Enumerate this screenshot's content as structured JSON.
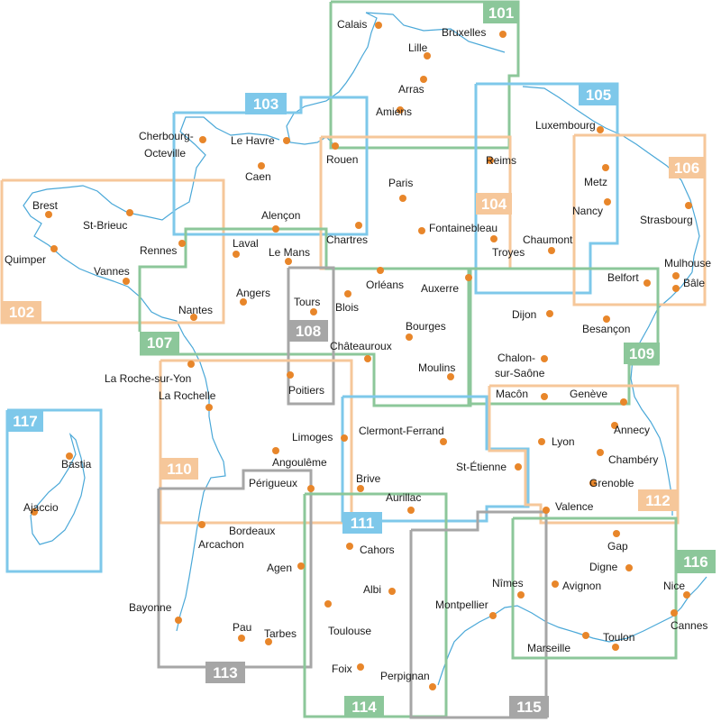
{
  "colors": {
    "green": "#8cc79a",
    "blue": "#7ec8ea",
    "orange": "#f6c79a",
    "grey": "#a6a6a6",
    "dot": "#e8862a",
    "coast": "#4aa8d8"
  },
  "sheets": [
    {
      "id": "101",
      "color": "green"
    },
    {
      "id": "102",
      "color": "orange"
    },
    {
      "id": "103",
      "color": "blue"
    },
    {
      "id": "104",
      "color": "orange"
    },
    {
      "id": "105",
      "color": "blue"
    },
    {
      "id": "106",
      "color": "orange"
    },
    {
      "id": "107",
      "color": "green"
    },
    {
      "id": "108",
      "color": "grey"
    },
    {
      "id": "109",
      "color": "green"
    },
    {
      "id": "110",
      "color": "orange"
    },
    {
      "id": "111",
      "color": "blue"
    },
    {
      "id": "112",
      "color": "orange"
    },
    {
      "id": "113",
      "color": "grey"
    },
    {
      "id": "114",
      "color": "green"
    },
    {
      "id": "115",
      "color": "grey"
    },
    {
      "id": "116",
      "color": "green"
    },
    {
      "id": "117",
      "color": "blue"
    }
  ],
  "cities": [
    "Calais",
    "Bruxelles",
    "Lille",
    "Arras",
    "Amiens",
    "Cherbourg-",
    "Octeville",
    "Le Havre",
    "Caen",
    "Rouen",
    "Reims",
    "Luxembourg",
    "Paris",
    "Metz",
    "Brest",
    "St-Brieuc",
    "Nancy",
    "Strasbourg",
    "Alençon",
    "Quimper",
    "Rennes",
    "Laval",
    "Le Mans",
    "Chartres",
    "Fontainebleau",
    "Chaumont",
    "Troyes",
    "Vannes",
    "Mulhouse",
    "Bâle",
    "Orléans",
    "Auxerre",
    "Belfort",
    "Angers",
    "Tours",
    "Nantes",
    "Blois",
    "Dijon",
    "Besançon",
    "Bourges",
    "Châteauroux",
    "Moulins",
    "Chalon-",
    "sur-Saône",
    "La Roche-sur-Yon",
    "Poitiers",
    "Macôn",
    "Genève",
    "La Rochelle",
    "Annecy",
    "Limoges",
    "Clermont-Ferrand",
    "Lyon",
    "Angoulême",
    "Chambéry",
    "St-Étienne",
    "Grenoble",
    "Périgueux",
    "Brive",
    "Aurillac",
    "Valence",
    "Bordeaux",
    "Arcachon",
    "Gap",
    "Cahors",
    "Agen",
    "Digne",
    "Nice",
    "Nîmes",
    "Avignon",
    "Albi",
    "Montpellier",
    "Cannes",
    "Bayonne",
    "Pau",
    "Tarbes",
    "Toulouse",
    "Toulon",
    "Marseille",
    "Foix",
    "Perpignan",
    "Bastia",
    "Ajaccio"
  ]
}
